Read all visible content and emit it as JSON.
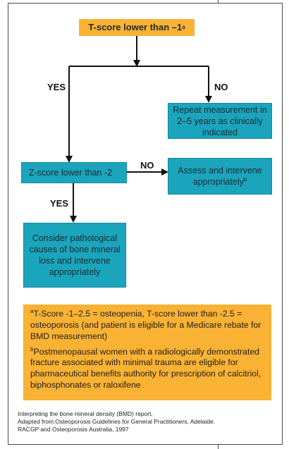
{
  "flowchart": {
    "start": {
      "text": "T-score lower than –1",
      "note": "a"
    },
    "repeat": {
      "text": "Repeat measurement in 2–5 years as clinically indicated"
    },
    "zscore": {
      "text": "Z-score lower than -2"
    },
    "assess": {
      "text": "Assess and intervene appropriately",
      "note": "b"
    },
    "consider": {
      "text": "Consider pathological causes of bone mineral loss and intervene appropriately"
    },
    "labels": {
      "yes_1": "YES",
      "no_1": "NO",
      "no_2": "NO",
      "yes_2": "YES"
    }
  },
  "footnotes": {
    "a": {
      "marker": "a",
      "text": "T-Score -1–2.5 = osteopenia, T-score lower than -2.5 = osteoporosis (and patient is eligible for a Medicare rebate for BMD measurement)"
    },
    "b": {
      "marker": "b",
      "text": "Postmenopausal women with a radiologically demonstrated fracture associated with minimal trauma are eligible for pharmaceutical benefits authority for prescription of calcitriol, biphosphonates or raloxifene"
    }
  },
  "source": {
    "line1": "Interpreting the bone mineral density (BMD) report.",
    "line2": "Adapted from:Osteoporosis Guidelines for General  Practitioners, Adelaide.",
    "line3": "RACGP and Osteoporosis Australia, 1997"
  },
  "colors": {
    "teal": "#1aa5bd",
    "orange": "#f9b233",
    "line": "#111111"
  }
}
